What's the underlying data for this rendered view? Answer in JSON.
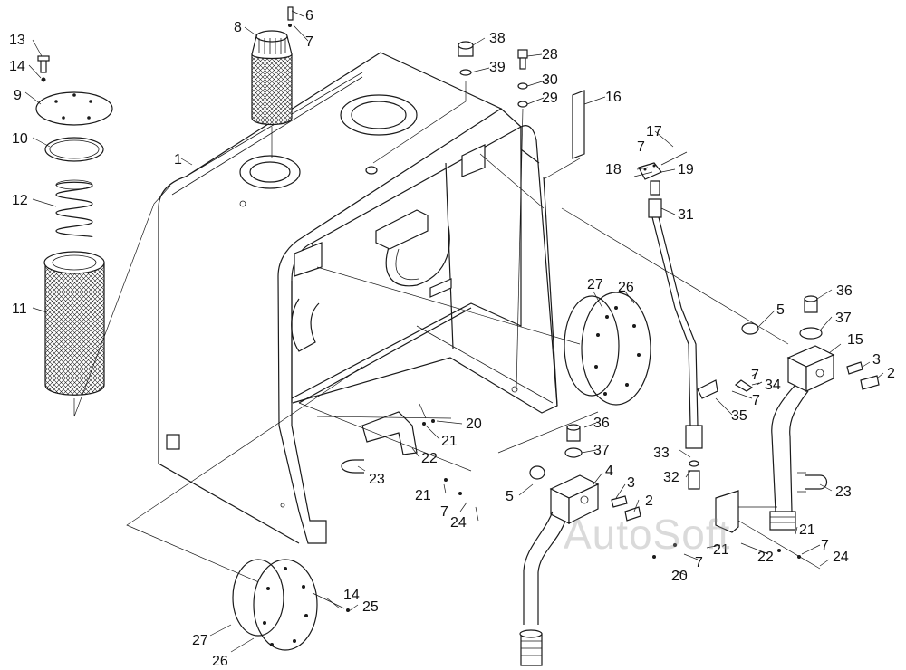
{
  "watermark": "AutoSoft",
  "colors": {
    "line": "#1a1a1a",
    "background": "#ffffff",
    "watermark": "#969696"
  },
  "callouts": [
    {
      "id": "c13",
      "text": "13"
    },
    {
      "id": "c14a",
      "text": "14"
    },
    {
      "id": "c9",
      "text": "9"
    },
    {
      "id": "c10",
      "text": "10"
    },
    {
      "id": "c12",
      "text": "12"
    },
    {
      "id": "c11",
      "text": "11"
    },
    {
      "id": "c8",
      "text": "8"
    },
    {
      "id": "c6",
      "text": "6"
    },
    {
      "id": "c7a",
      "text": "7"
    },
    {
      "id": "c1",
      "text": "1"
    },
    {
      "id": "c38",
      "text": "38"
    },
    {
      "id": "c39",
      "text": "39"
    },
    {
      "id": "c28",
      "text": "28"
    },
    {
      "id": "c30",
      "text": "30"
    },
    {
      "id": "c29",
      "text": "29"
    },
    {
      "id": "c16",
      "text": "16"
    },
    {
      "id": "c17",
      "text": "17"
    },
    {
      "id": "c7b",
      "text": "7"
    },
    {
      "id": "c18",
      "text": "18"
    },
    {
      "id": "c19",
      "text": "19"
    },
    {
      "id": "c31",
      "text": "31"
    },
    {
      "id": "c27a",
      "text": "27"
    },
    {
      "id": "c26a",
      "text": "26"
    },
    {
      "id": "c36a",
      "text": "36"
    },
    {
      "id": "c5a",
      "text": "5"
    },
    {
      "id": "c37a",
      "text": "37"
    },
    {
      "id": "c15",
      "text": "15"
    },
    {
      "id": "c3a",
      "text": "3"
    },
    {
      "id": "c2a",
      "text": "2"
    },
    {
      "id": "c7c",
      "text": "7"
    },
    {
      "id": "c34",
      "text": "34"
    },
    {
      "id": "c35",
      "text": "35"
    },
    {
      "id": "c7d",
      "text": "7"
    },
    {
      "id": "c20a",
      "text": "20"
    },
    {
      "id": "c21a",
      "text": "21"
    },
    {
      "id": "c22a",
      "text": "22"
    },
    {
      "id": "c36b",
      "text": "36"
    },
    {
      "id": "c37b",
      "text": "37"
    },
    {
      "id": "c4",
      "text": "4"
    },
    {
      "id": "c23a",
      "text": "23"
    },
    {
      "id": "c5b",
      "text": "5"
    },
    {
      "id": "c3b",
      "text": "3"
    },
    {
      "id": "c2b",
      "text": "2"
    },
    {
      "id": "c21b",
      "text": "21"
    },
    {
      "id": "c7e",
      "text": "7"
    },
    {
      "id": "c24a",
      "text": "24"
    },
    {
      "id": "c33",
      "text": "33"
    },
    {
      "id": "c32",
      "text": "32"
    },
    {
      "id": "c23b",
      "text": "23"
    },
    {
      "id": "c21c",
      "text": "21"
    },
    {
      "id": "c7f",
      "text": "7"
    },
    {
      "id": "c22b",
      "text": "22"
    },
    {
      "id": "c24b",
      "text": "24"
    },
    {
      "id": "c21d",
      "text": "21"
    },
    {
      "id": "c7g",
      "text": "7"
    },
    {
      "id": "c20b",
      "text": "20"
    },
    {
      "id": "c14b",
      "text": "14"
    },
    {
      "id": "c25",
      "text": "25"
    },
    {
      "id": "c27b",
      "text": "27"
    },
    {
      "id": "c26b",
      "text": "26"
    }
  ]
}
